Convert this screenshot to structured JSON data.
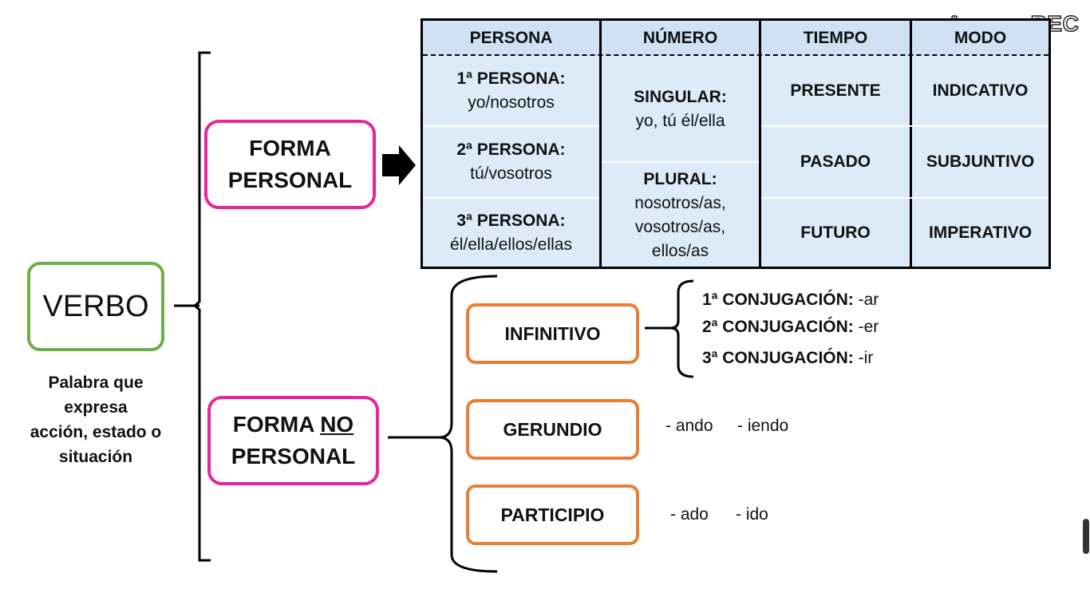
{
  "watermark": "ApowerREC",
  "root": {
    "label": "VERBO",
    "definition": [
      "Palabra que",
      "expresa",
      "acción, estado o",
      "situación"
    ]
  },
  "forma_personal": {
    "line1": "FORMA",
    "line2": "PERSONAL"
  },
  "forma_no_personal": {
    "line1_pre": "FORMA ",
    "line1_u": "NO",
    "line2": "PERSONAL"
  },
  "table": {
    "headers": [
      "PERSONA",
      "NÚMERO",
      "TIEMPO",
      "MODO"
    ],
    "persona": [
      {
        "title": "1ª PERSONA:",
        "text": "yo/nosotros"
      },
      {
        "title": "2ª PERSONA:",
        "text": "tú/vosotros"
      },
      {
        "title": "3ª PERSONA:",
        "text": "él/ella/ellos/ellas"
      }
    ],
    "numero": [
      {
        "title": "SINGULAR:",
        "lines": [
          "yo, tú él/ella"
        ]
      },
      {
        "title": "PLURAL:",
        "lines": [
          "nosotros/as,",
          "vosotros/as,",
          "ellos/as"
        ]
      }
    ],
    "tiempo": [
      "PRESENTE",
      "PASADO",
      "FUTURO"
    ],
    "modo": [
      "INDICATIVO",
      "SUBJUNTIVO",
      "IMPERATIVO"
    ]
  },
  "no_personal": {
    "infinitivo": {
      "label": "INFINITIVO",
      "conjugaciones": [
        {
          "title": "1ª CONJUGACIÓN:",
          "ending": " -ar"
        },
        {
          "title": "2ª CONJUGACIÓN:",
          "ending": " -er"
        },
        {
          "title": "3ª CONJUGACIÓN:",
          "ending": " -ir"
        }
      ]
    },
    "gerundio": {
      "label": "GERUNDIO",
      "suffixes": [
        "- ando",
        "- iendo"
      ]
    },
    "participio": {
      "label": "PARTICIPIO",
      "suffixes": [
        "- ado",
        "- ido"
      ]
    }
  },
  "colors": {
    "verbo_border": "#6fad47",
    "personal_border": "#e6259e",
    "no_personal_border": "#e87f37",
    "table_fill": "#dcebf7"
  }
}
